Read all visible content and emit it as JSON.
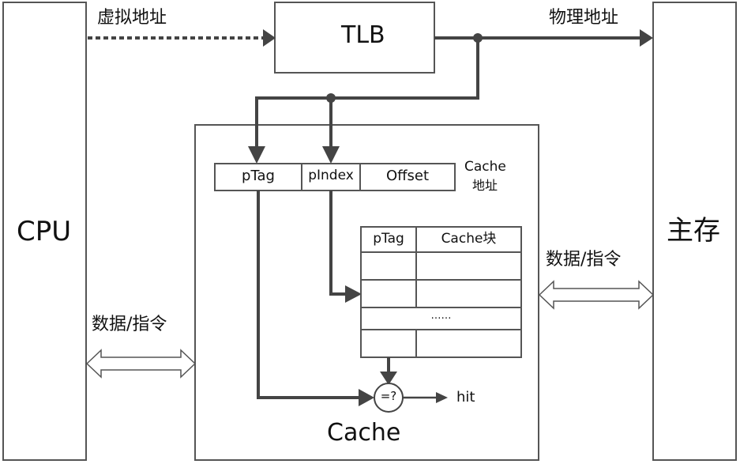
{
  "diagram": {
    "cpu_label": "CPU",
    "tlb_label": "TLB",
    "main_memory_label": "主存",
    "cache_label": "Cache",
    "virtual_address_label": "虚拟地址",
    "physical_address_label": "物理地址",
    "data_instr_left_label": "数据/指令",
    "data_instr_right_label": "数据/指令",
    "cache_address": {
      "fields": [
        "pTag",
        "pIndex",
        "Offset"
      ],
      "label_line1": "Cache",
      "label_line2": "地址"
    },
    "cache_table": {
      "headers": [
        "pTag",
        "Cache块"
      ],
      "ellipsis": "……"
    },
    "comparator_label": "=?",
    "hit_label": "hit"
  },
  "colors": {
    "line": "#444444",
    "box": "#555555"
  }
}
